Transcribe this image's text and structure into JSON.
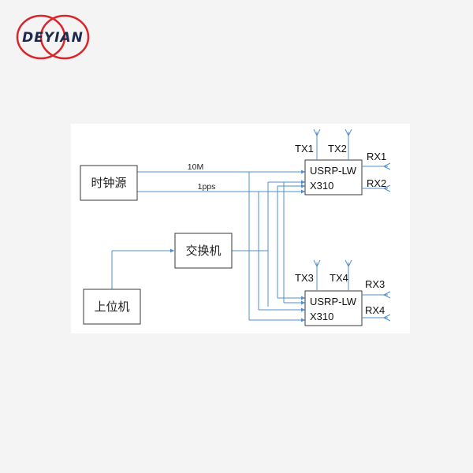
{
  "logo": {
    "text": "DEYIAN",
    "colors": {
      "rings": "#d9262c",
      "text": "#1f2a4a"
    }
  },
  "diagram": {
    "nodes": {
      "clock": "时钟源",
      "switch": "交换机",
      "host": "上位机",
      "usrp1_line1": "USRP-LW",
      "usrp1_line2": "X310",
      "usrp2_line1": "USRP-LW",
      "usrp2_line2": "X310"
    },
    "signals": {
      "ref10m": "10M",
      "pps": "1pps"
    },
    "ports": {
      "tx1": "TX1",
      "tx2": "TX2",
      "rx1": "RX1",
      "rx2": "RX2",
      "tx3": "TX3",
      "tx4": "TX4",
      "rx3": "RX3",
      "rx4": "RX4"
    },
    "colors": {
      "wire": "#4f8fd0",
      "box_border": "#3a3a3a"
    }
  }
}
